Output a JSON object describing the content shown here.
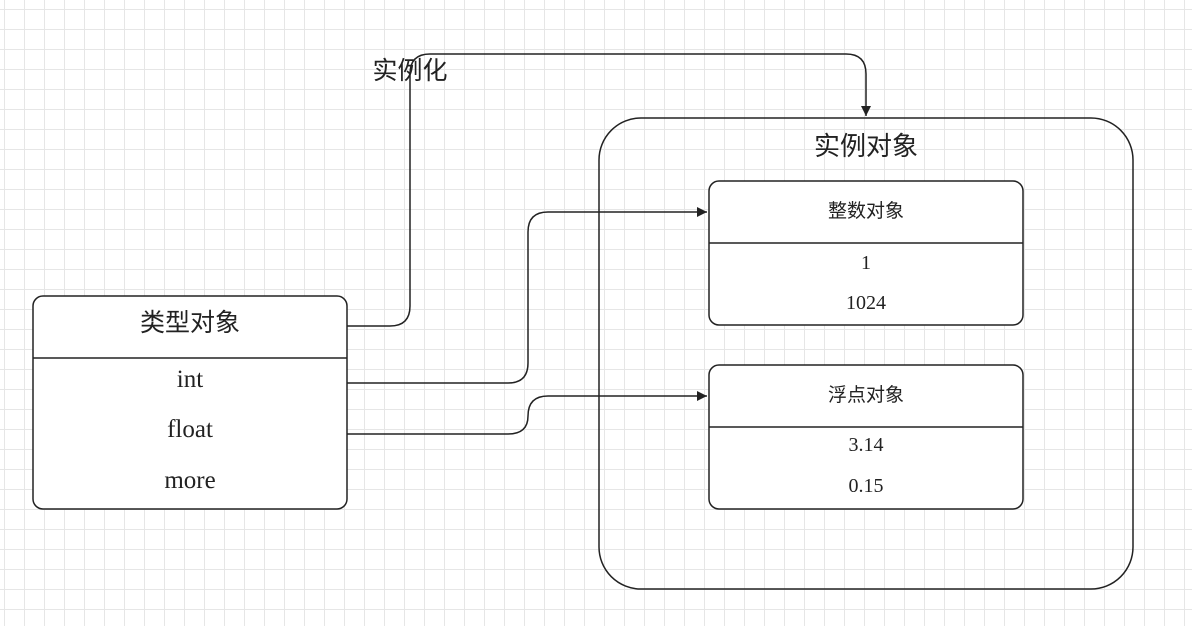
{
  "edge_label": "实例化",
  "container": {
    "title": "实例对象"
  },
  "type_box": {
    "title": "类型对象",
    "items": [
      "int",
      "float",
      "more"
    ]
  },
  "int_box": {
    "title": "整数对象",
    "items": [
      "1",
      "1024"
    ]
  },
  "float_box": {
    "title": "浮点对象",
    "items": [
      "3.14",
      "0.15"
    ]
  },
  "colors": {
    "stroke": "#222222",
    "grid": "#e6e6e6",
    "fill": "#ffffff"
  }
}
